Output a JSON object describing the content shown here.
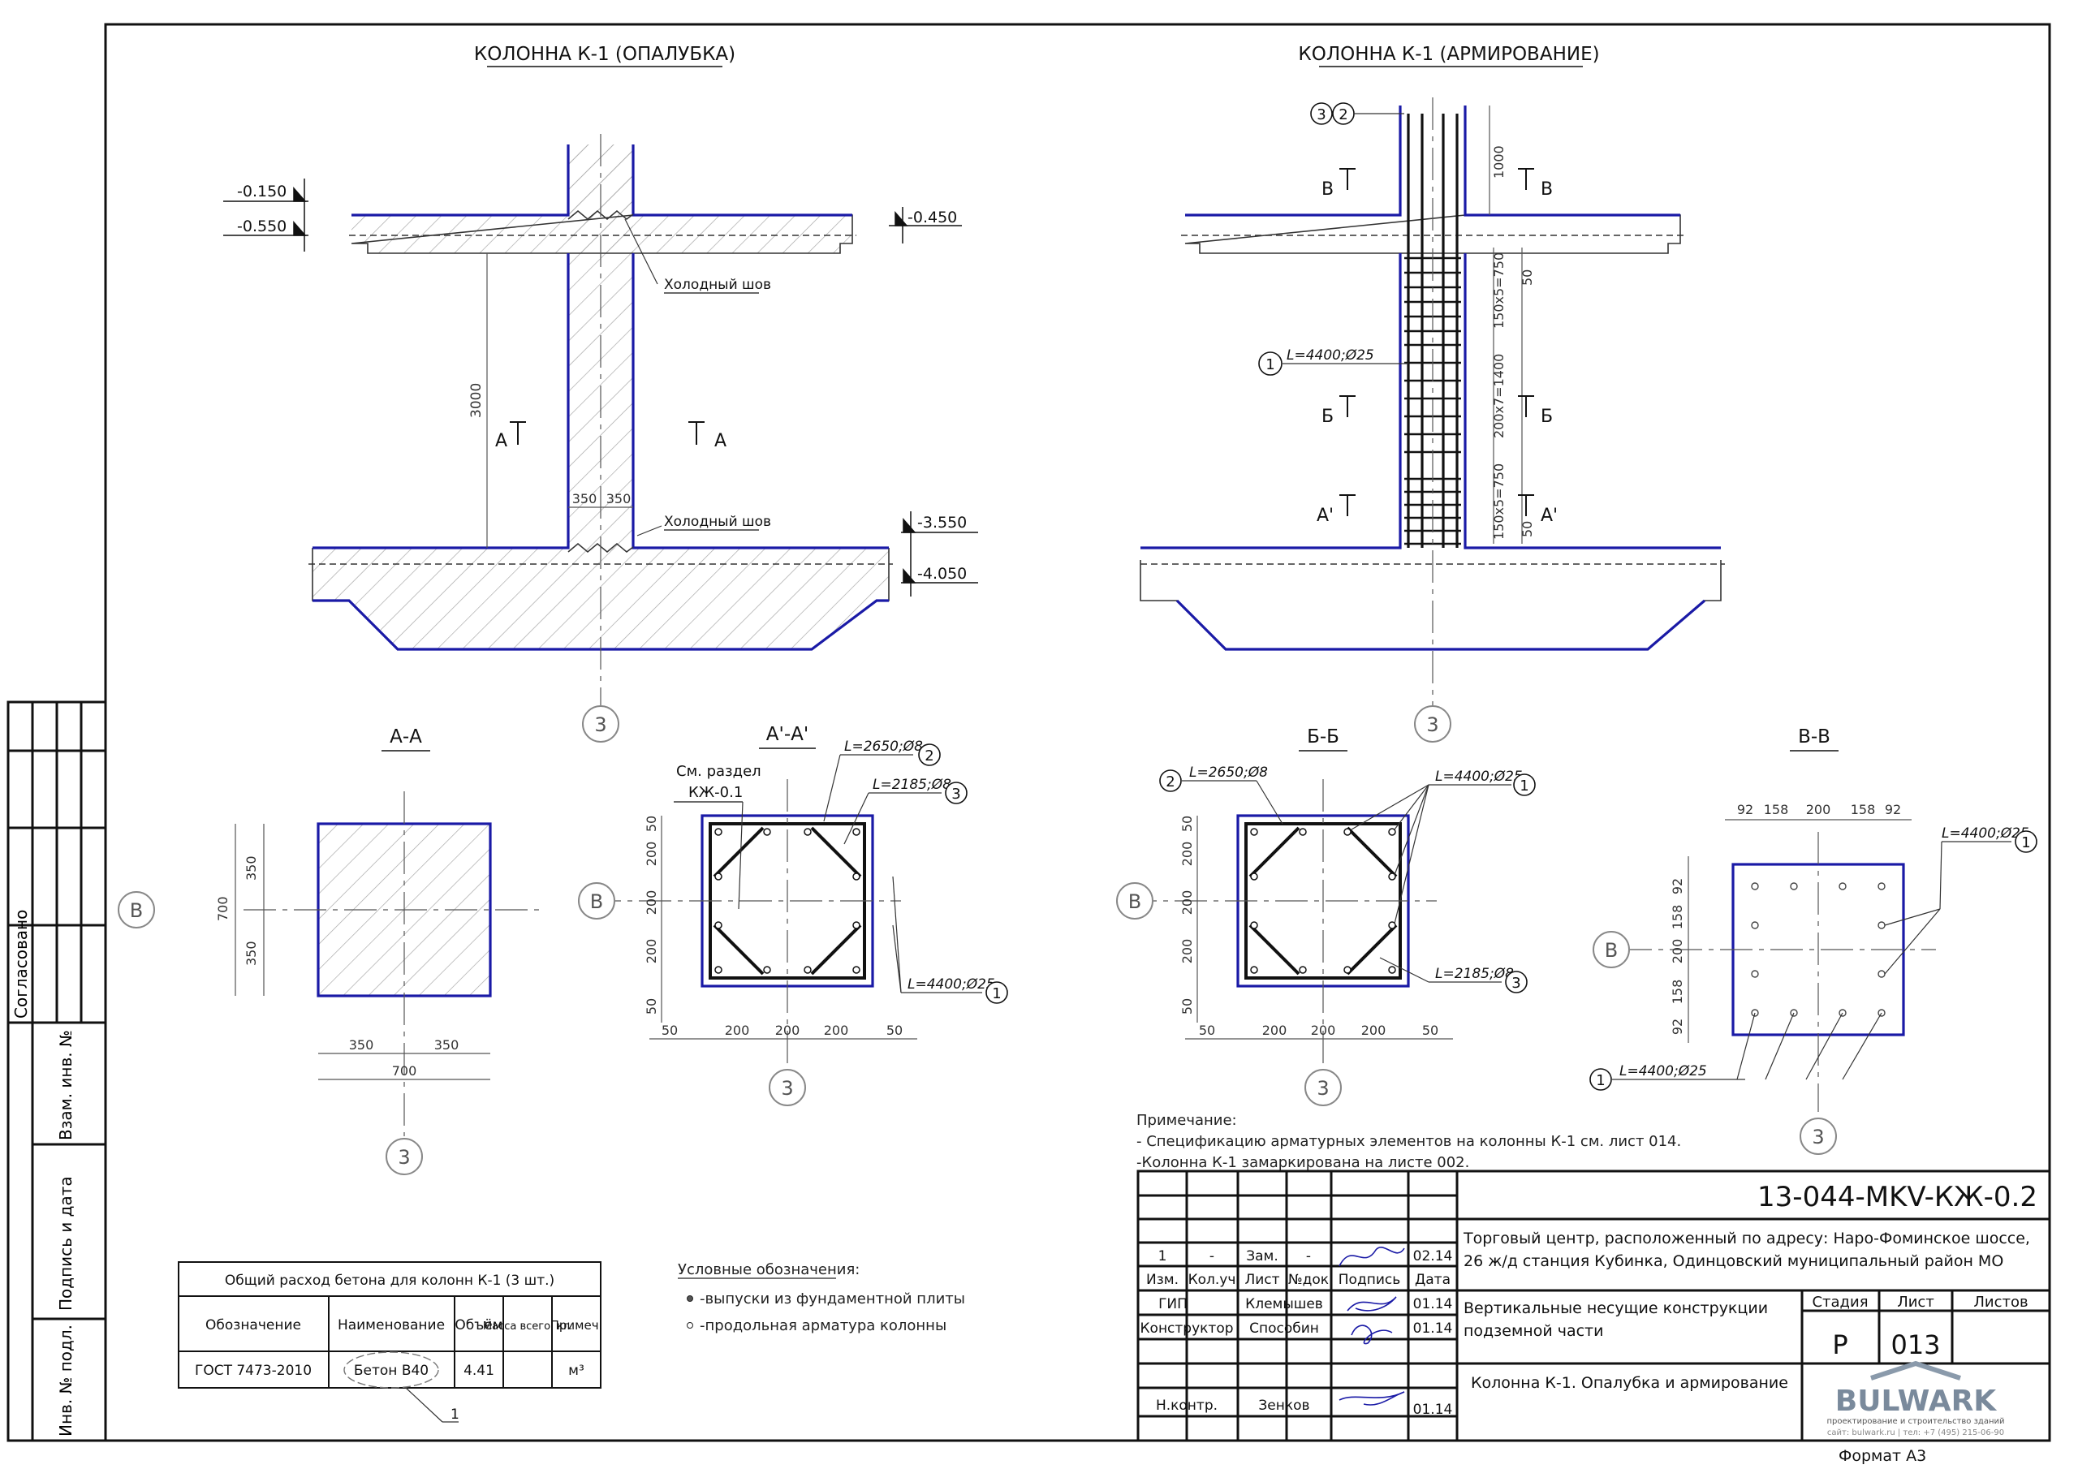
{
  "views": {
    "formwork_title": "КОЛОННА К-1 (ОПАЛУБКА)",
    "reinforcement_title": "КОЛОННА К-1 (АРМИРОВАНИЕ)",
    "section_aa": "А-А",
    "section_a1a1": "А'-А'",
    "section_bb": "Б-Б",
    "section_vv": "В-В"
  },
  "formwork": {
    "level_top1": "-0.150",
    "level_top2": "-0.550",
    "level_top3": "-0.450",
    "level_bot1": "-3.550",
    "level_bot2": "-4.050",
    "cold_joint_top": "Холодный шов",
    "cold_joint_bottom": "Холодный шов",
    "height_dim": "3000",
    "half_left": "350",
    "half_right": "350",
    "cut_left": "А",
    "cut_right": "А",
    "axis": "3"
  },
  "reinforcement": {
    "bar_3": "3",
    "bar_2": "2",
    "top_dim": "1000",
    "dim_50a": "50",
    "dim_150x5a": "150х5=750",
    "dim_200x7": "200х7=1400",
    "dim_150x5b": "150х5=750",
    "dim_50b": "50",
    "bar1_label": "L=4400;Ø25",
    "bar1_num": "1",
    "cut_v": "В",
    "cut_b": "Б",
    "cut_a1": "А'",
    "axis": "3"
  },
  "section_aa": {
    "dim_350a": "350",
    "dim_350b": "350",
    "dim_700": "700",
    "dim_350c": "350",
    "dim_350d": "350",
    "dim_700b": "700",
    "axis_v": "В",
    "axis_3": "3"
  },
  "section_a1": {
    "see_section": "См. раздел",
    "see_section_ref": "КЖ-0.1",
    "bar2_label": "L=2650;Ø8",
    "bar2_num": "2",
    "bar3_label": "L=2185;Ø8",
    "bar3_num": "3",
    "bar1_label": "L=4400;Ø25",
    "bar1_num": "1",
    "dims_v": [
      "50",
      "200",
      "200",
      "200",
      "50"
    ],
    "dims_h": [
      "50",
      "200",
      "200",
      "200",
      "50"
    ],
    "axis_v": "В",
    "axis_3": "3"
  },
  "section_bb": {
    "bar2_label": "L=2650;Ø8",
    "bar2_num": "2",
    "bar1_label": "L=4400;Ø25",
    "bar1_num": "1",
    "bar3_label": "L=2185;Ø8",
    "bar3_num": "3",
    "dims_v": [
      "50",
      "200",
      "200",
      "200",
      "50"
    ],
    "dims_h": [
      "50",
      "200",
      "200",
      "200",
      "50"
    ],
    "axis_v": "В",
    "axis_3": "3"
  },
  "section_vv": {
    "dims_h": [
      "92",
      "158",
      "200",
      "158",
      "92"
    ],
    "dims_v": [
      "92",
      "158",
      "200",
      "158",
      "92"
    ],
    "bar1_label_top": "L=4400;Ø25",
    "bar1_num_top": "1",
    "bar1_label_bot": "L=4400;Ø25",
    "bar1_num_bot": "1",
    "axis_v": "В",
    "axis_3": "3"
  },
  "notes": {
    "title": "Примечание:",
    "line1": "- Спецификацию арматурных элементов на колонны К-1 см. лист 014.",
    "line2": "-Колонна К-1 замаркирована на листе 002."
  },
  "legend": {
    "title": "Условные обозначения:",
    "item1": "-выпуски из фундаментной плиты",
    "item2": "-продольная арматура колонны"
  },
  "concrete_table": {
    "title": "Общий расход бетона для колонн К-1 (3 шт.)",
    "headers": [
      "Обозначение",
      "Наименование",
      "Объём",
      "Масса всего, кг.",
      "Примеч."
    ],
    "row": [
      "ГОСТ 7473-2010",
      "Бетон В40",
      "4.41",
      "",
      "м³"
    ],
    "callout": "1"
  },
  "side_stamp": {
    "agreed": "Согласовано",
    "inv_replace": "Взам. инв. №",
    "sign_date": "Подпись и дата",
    "inv_orig": "Инв. № подл."
  },
  "title_block": {
    "doc_code": "13-044-MKV-КЖ-0.2",
    "project": "Торговый центр, расположенный по адресу: Наро-Фоминское шоссе, 26 ж/д станция Кубинка, Одинцовский муниципальный район МО",
    "object": "Вертикальные несущие конструкции подземной части",
    "sheet_name": "Колонна К-1. Опалубка и армирование",
    "rev_row": [
      "1",
      "-",
      "Зам.",
      "-",
      "",
      "02.14"
    ],
    "headers": [
      "Изм.",
      "Кол.уч",
      "Лист",
      "№док",
      "Подпись",
      "Дата"
    ],
    "gip_role": "ГИП",
    "gip_name": "Клемышев",
    "gip_date": "01.14",
    "designer_role": "Конструктор",
    "designer_name": "Способин",
    "designer_date": "01.14",
    "norm_role": "Н.контр.",
    "norm_name": "Зенков",
    "norm_date": "01.14",
    "stage_label": "Стадия",
    "sheet_label": "Лист",
    "sheets_label": "Листов",
    "stage": "Р",
    "sheet": "013",
    "sheets": "",
    "logo": "BULWARK",
    "logo_sub": "проектирование и строительство зданий",
    "logo_contacts": "сайт: bulwark.ru | тел: +7 (495) 215-06-90",
    "format": "Формат А3"
  },
  "colors": {
    "outline": "#1a1aa6",
    "ink": "#111111",
    "hatch": "#9a9a9a",
    "dim": "#555555"
  }
}
